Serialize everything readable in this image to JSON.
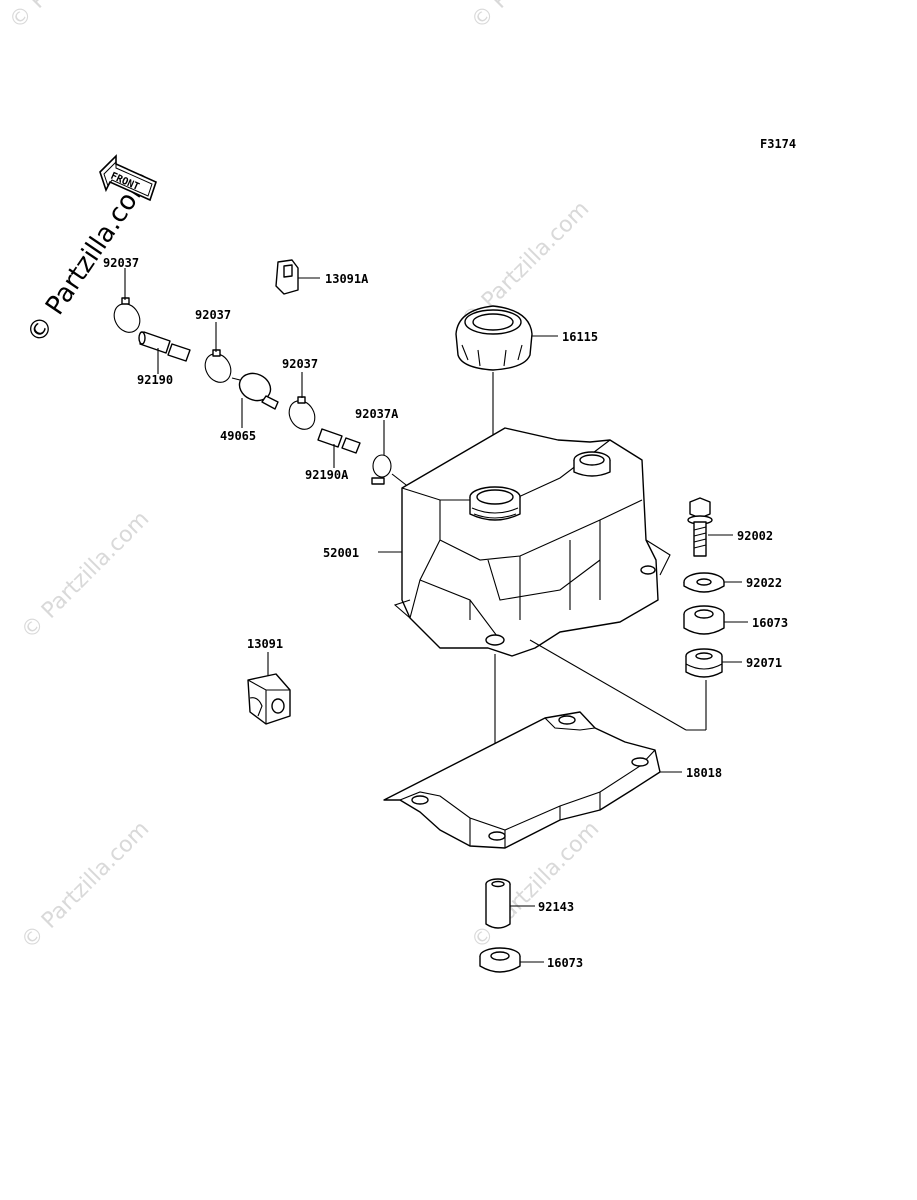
{
  "diagram_code": "F3174",
  "front_label": "FRONT",
  "watermark_main": "© Partzilla.com",
  "watermark_faint": "© Partzilla.com",
  "labels": {
    "p92037_a": "92037",
    "p92037_b": "92037",
    "p92037_c": "92037",
    "p13091A": "13091A",
    "p92190": "92190",
    "p49065": "49065",
    "p92037A": "92037A",
    "p92190A": "92190A",
    "p16115": "16115",
    "p52001": "52001",
    "p92002": "92002",
    "p92022": "92022",
    "p16073_a": "16073",
    "p92071": "92071",
    "p13091": "13091",
    "p18018": "18018",
    "p92143": "92143",
    "p16073_b": "16073"
  }
}
